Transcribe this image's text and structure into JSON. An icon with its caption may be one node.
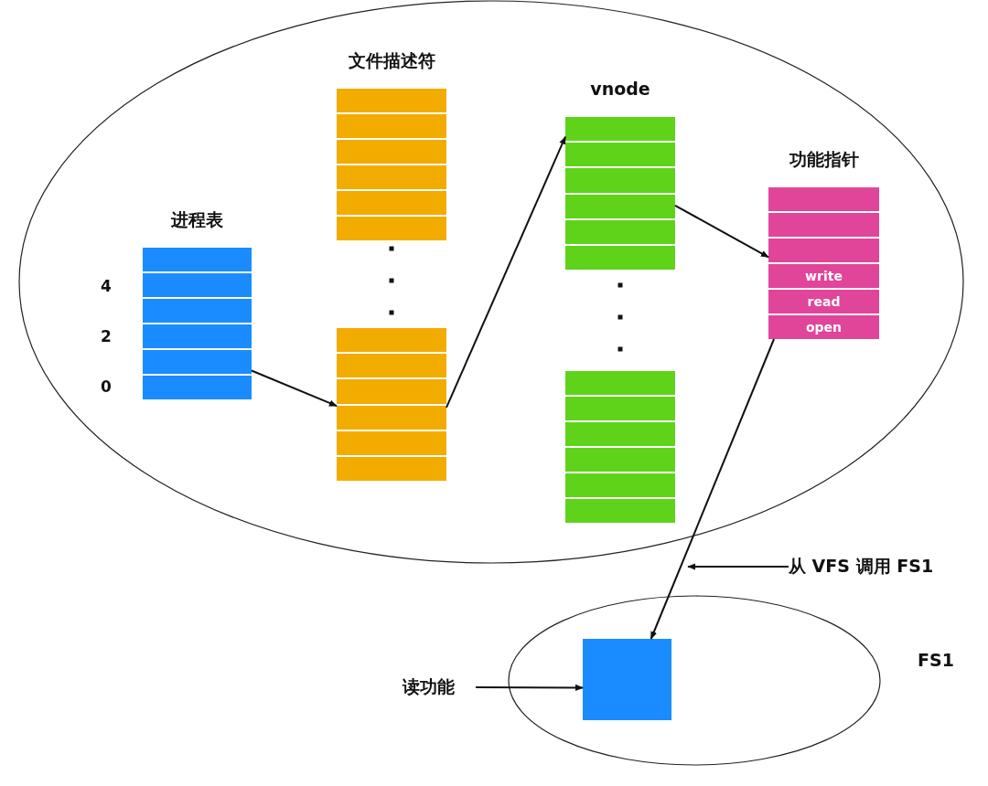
{
  "diagram": {
    "nodes": [
      {
        "text": [],
        "shape": "ellipse"
      },
      {
        "text": [
          "进程表"
        ],
        "in": 0,
        "beside": [
          "4",
          "2",
          "0"
        ]
      },
      {
        "text": [
          "文件描述符"
        ],
        "in": 0
      },
      {
        "text": [],
        "shape": "box",
        "in": 0
      },
      {
        "text": [
          "vnode"
        ],
        "in": 0
      },
      {
        "text": [],
        "shape": "box",
        "in": 0
      },
      {
        "text": [
          "功能指针",
          "write",
          "read",
          "open"
        ],
        "in": 0
      },
      {
        "text": [
          "FS1"
        ]
      },
      {
        "text": [],
        "shape": "box",
        "in": 7
      },
      {
        "text": [
          "读功能"
        ]
      },
      {
        "text": [
          "从 VFS 调用 FS1"
        ]
      }
    ],
    "edges": [
      {
        "from": 1,
        "to": 3,
        "arrow": "to"
      },
      {
        "from": 3,
        "to": 4,
        "arrow": "to"
      },
      {
        "from": 4,
        "to": 6,
        "arrow": "to"
      },
      {
        "from": 6,
        "to": 8,
        "arrow": "to"
      },
      {
        "from": 9,
        "to": 8,
        "arrow": "to"
      },
      {
        "from": 10,
        "to": null,
        "arrow": "to"
      }
    ]
  }
}
